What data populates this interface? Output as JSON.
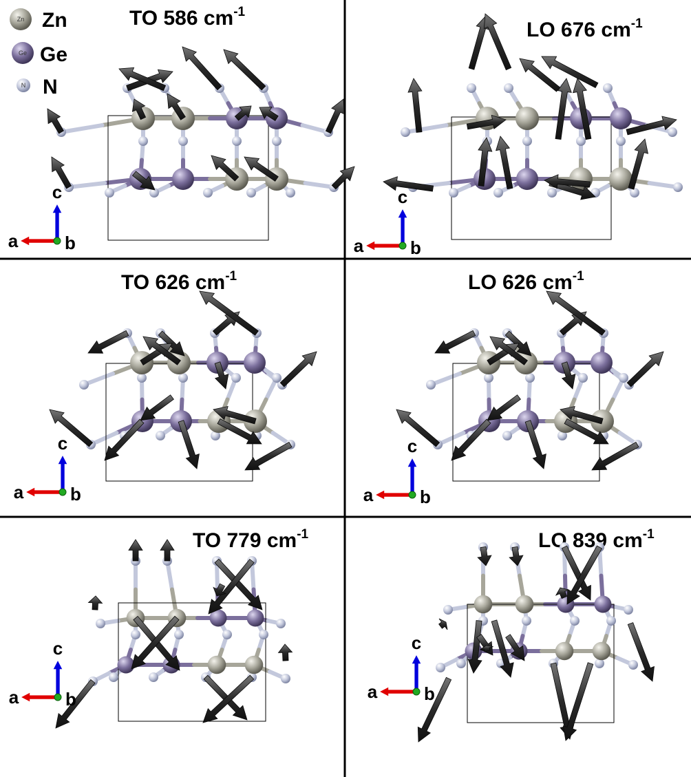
{
  "legend": [
    {
      "symbol": "Zn",
      "label": "Zn",
      "element": "Zn"
    },
    {
      "symbol": "Ge",
      "label": "Ge",
      "element": "Ge"
    },
    {
      "symbol": "N",
      "label": "N",
      "element": "N"
    }
  ],
  "element_colors": {
    "Zn": "#a7a69a",
    "Ge": "#7b6f9c",
    "N": "#c3c8dc"
  },
  "axis_colors": {
    "a": "#e00000",
    "b": "#22aa22",
    "c": "#0000dd"
  },
  "axis_labels": {
    "a": "a",
    "b": "b",
    "c": "c"
  },
  "panels": [
    {
      "id": "to-586",
      "mode": "TO",
      "frequency": "586",
      "unit": "cm",
      "exponent": "-1"
    },
    {
      "id": "lo-676",
      "mode": "LO",
      "frequency": "676",
      "unit": "cm",
      "exponent": "-1"
    },
    {
      "id": "to-626",
      "mode": "TO",
      "frequency": "626",
      "unit": "cm",
      "exponent": "-1"
    },
    {
      "id": "lo-626",
      "mode": "LO",
      "frequency": "626",
      "unit": "cm",
      "exponent": "-1"
    },
    {
      "id": "to-779",
      "mode": "TO",
      "frequency": "779",
      "unit": "cm",
      "exponent": "-1"
    },
    {
      "id": "lo-839",
      "mode": "LO",
      "frequency": "839",
      "unit": "cm",
      "exponent": "-1"
    }
  ]
}
